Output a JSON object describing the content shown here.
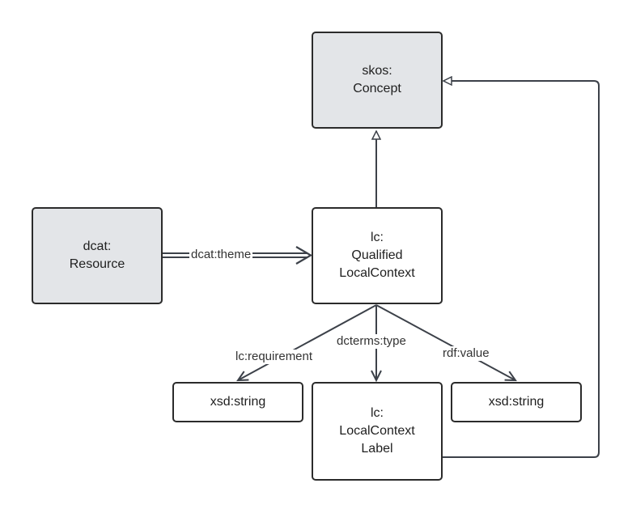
{
  "nodes": {
    "skos_concept": {
      "line1": "skos:",
      "line2": "Concept",
      "fill": "#e3e5e8"
    },
    "dcat_resource": {
      "line1": "dcat:",
      "line2": "Resource",
      "fill": "#e3e5e8"
    },
    "qualified_local_context": {
      "line1": "lc:",
      "line2": "Qualified",
      "line3": "LocalContext",
      "fill": "#ffffff"
    },
    "xsd_string_left": {
      "label": "xsd:string"
    },
    "local_context_label": {
      "line1": "lc:",
      "line2": "LocalContext",
      "line3": "Label"
    },
    "xsd_string_right": {
      "label": "xsd:string"
    }
  },
  "edges": {
    "theme": {
      "label": "dcat:theme"
    },
    "requirement": {
      "label": "lc:requirement"
    },
    "type": {
      "label": "dcterms:type"
    },
    "value": {
      "label": "rdf:value"
    }
  },
  "colors": {
    "stroke": "#2b2b2b",
    "edge": "#3c4149",
    "gray_fill": "#e3e5e8"
  }
}
